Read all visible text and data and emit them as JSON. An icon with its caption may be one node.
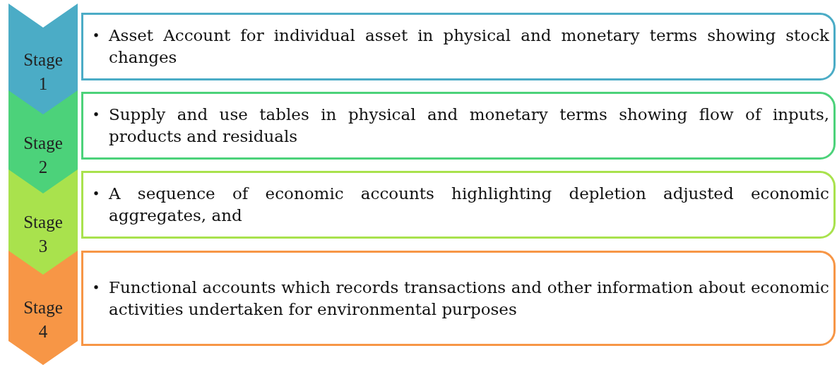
{
  "diagram": {
    "nodes": [
      {
        "text": [
          "Stage 1"
        ]
      },
      {
        "text": [
          "•",
          "Asset Account for individual asset in physical and monetary terms showing stock changes"
        ]
      },
      {
        "text": [
          "Stage 2"
        ]
      },
      {
        "text": [
          "•",
          "Supply and use tables in physical and monetary terms showing flow of inputs, products and residuals"
        ]
      },
      {
        "text": [
          "Stage 3"
        ]
      },
      {
        "text": [
          "•",
          "A sequence of economic accounts highlighting depletion adjusted economic aggregates, and"
        ]
      },
      {
        "text": [
          "Stage 4"
        ]
      },
      {
        "text": [
          "•",
          "Functional accounts which records transactions and other information about economic activities undertaken for environmental purposes"
        ]
      }
    ],
    "edges": []
  }
}
